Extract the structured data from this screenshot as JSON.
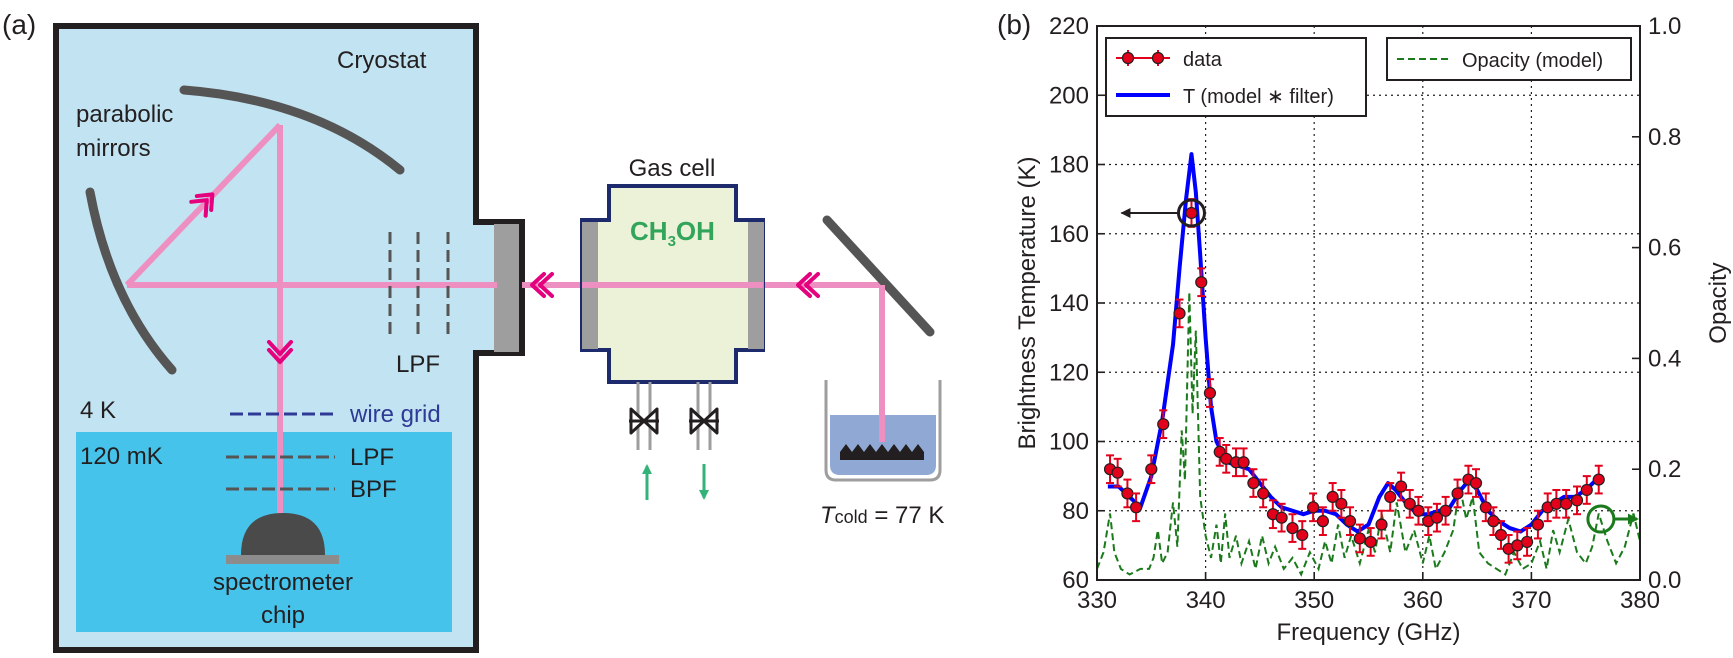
{
  "panel_a": {
    "label": "(a)",
    "cryostat": "Cryostat",
    "mirrors": [
      "parabolic",
      "mirrors"
    ],
    "lpf_window": "LPF",
    "stage_4k": "4 K",
    "stage_120mk": "120 mK",
    "wire_grid": "wire grid",
    "lpf_inner": "LPF",
    "bpf": "BPF",
    "chip": [
      "spectrometer",
      "chip"
    ],
    "gas_cell": "Gas cell",
    "gas": {
      "main": "CH",
      "sub": "3",
      "rest": "OH"
    },
    "t_cold": {
      "symbol": "T",
      "sub": "cold",
      "value": " = 77 K"
    },
    "colors": {
      "cryostat_fill": "#c2e3f1",
      "mk_fill": "#45c3ea",
      "beam": "#ee8fc2",
      "arrow": "#e5007e",
      "gas_fill": "#ebf2d8",
      "gas_text": "#33a55a",
      "wire_grid": "#2e3a96",
      "frame": "#231f20",
      "nitrogen": "#8fa9d4"
    }
  },
  "panel_b": {
    "label": "(b)",
    "legend_left": [
      "data",
      "T (model ∗ filter)"
    ],
    "legend_right": [
      "Opacity (model)"
    ]
  },
  "chart_data": {
    "type": "line",
    "xlabel": "Frequency (GHz)",
    "ylabel": "Brightness Temperature (K)",
    "y2label": "Opacity",
    "xlim": [
      330,
      380
    ],
    "ylim": [
      60,
      220
    ],
    "y2lim": [
      0,
      1.0
    ],
    "xticks": [
      "330",
      "340",
      "350",
      "360",
      "370",
      "380"
    ],
    "yticks": [
      "60",
      "80",
      "100",
      "120",
      "140",
      "160",
      "180",
      "200",
      "220"
    ],
    "y2ticks": [
      "0.0",
      "0.2",
      "0.4",
      "0.6",
      "0.8",
      "1.0"
    ],
    "grid": true,
    "series": [
      {
        "name": "data",
        "kind": "points-with-errorbars",
        "color": "#e3001b",
        "yerr": 4,
        "xerr": 0.5,
        "x": [
          331.2,
          331.9,
          332.8,
          333.6,
          335.0,
          336.1,
          337.6,
          338.7,
          339.6,
          340.4,
          341.3,
          341.9,
          342.8,
          343.5,
          344.4,
          345.3,
          346.2,
          347.0,
          348.0,
          348.9,
          349.9,
          350.8,
          351.7,
          352.5,
          353.3,
          354.2,
          355.2,
          356.2,
          357.0,
          358.0,
          358.8,
          359.6,
          360.5,
          361.3,
          362.1,
          363.2,
          364.2,
          364.9,
          365.8,
          366.5,
          367.2,
          367.9,
          368.7,
          369.6,
          370.6,
          371.5,
          372.3,
          373.2,
          374.2,
          375.1,
          376.2
        ],
        "y": [
          92,
          91,
          85,
          81,
          92,
          105,
          137,
          166,
          146,
          114,
          97,
          95,
          94,
          94,
          88,
          85,
          79,
          78,
          75,
          73,
          81,
          77,
          84,
          82,
          77,
          72,
          71,
          76,
          84,
          87,
          82,
          80,
          77,
          78,
          80,
          85,
          89,
          88,
          81,
          77,
          73,
          69,
          70,
          71,
          76,
          81,
          82,
          82,
          83,
          86,
          89
        ]
      },
      {
        "name": "T (model ∗ filter)",
        "kind": "line",
        "color": "#0000ff",
        "x": [
          331,
          332,
          333,
          334,
          335,
          336,
          337,
          337.6,
          338.2,
          338.7,
          339.1,
          339.5,
          340,
          340.5,
          341,
          342,
          343,
          344,
          345,
          346,
          347,
          348,
          349,
          350,
          351,
          352,
          353,
          354,
          355,
          356,
          356.8,
          357.5,
          358.5,
          359.5,
          360.5,
          361.5,
          362.5,
          363.5,
          364.3,
          365,
          366,
          367,
          368,
          369,
          370,
          371,
          372,
          373,
          374,
          375,
          376
        ],
        "y": [
          87,
          87,
          84,
          81,
          90,
          106,
          128,
          150,
          170,
          183,
          172,
          154,
          130,
          110,
          100,
          94,
          93,
          92,
          88,
          84,
          81,
          80,
          79,
          80,
          80,
          79,
          76,
          74,
          76,
          84,
          88,
          86,
          82,
          79,
          79,
          80,
          81,
          86,
          89,
          86,
          80,
          77,
          75,
          74,
          76,
          80,
          82,
          84,
          84,
          86,
          89
        ]
      },
      {
        "name": "Opacity (model)",
        "kind": "dashed-line",
        "axis": "right",
        "color": "#1b7a1b",
        "x": [
          330,
          330.6,
          331.2,
          331.6,
          332.2,
          333,
          334,
          334.8,
          335.2,
          335.6,
          336,
          336.5,
          337,
          337.4,
          337.8,
          338.1,
          338.5,
          338.8,
          339.1,
          339.5,
          340,
          340.5,
          341,
          341.4,
          341.8,
          342.2,
          342.8,
          343.3,
          344,
          344.6,
          345.2,
          345.8,
          346.4,
          347.2,
          348,
          348.8,
          349.6,
          350.4,
          351,
          351.6,
          352.2,
          352.8,
          353.4,
          354.2,
          355,
          355.6,
          356.2,
          357,
          357.6,
          358.4,
          359.2,
          360,
          360.6,
          361.2,
          362,
          362.8,
          363.4,
          364,
          364.6,
          365.2,
          366,
          366.8,
          367.6,
          368.4,
          369.2,
          370,
          370.8,
          371.4,
          372,
          372.6,
          373.4,
          374.2,
          375,
          375.6,
          376.2,
          377,
          377.8,
          378.6,
          379.4,
          380
        ],
        "y": [
          0.02,
          0.05,
          0.12,
          0.05,
          0.02,
          0.01,
          0.02,
          0.02,
          0.04,
          0.09,
          0.03,
          0.05,
          0.14,
          0.06,
          0.27,
          0.18,
          0.52,
          0.3,
          0.45,
          0.15,
          0.08,
          0.04,
          0.1,
          0.03,
          0.12,
          0.04,
          0.08,
          0.03,
          0.07,
          0.02,
          0.08,
          0.03,
          0.06,
          0.02,
          0.04,
          0.01,
          0.05,
          0.02,
          0.07,
          0.03,
          0.1,
          0.04,
          0.08,
          0.03,
          0.09,
          0.05,
          0.12,
          0.05,
          0.14,
          0.05,
          0.09,
          0.03,
          0.08,
          0.02,
          0.05,
          0.09,
          0.17,
          0.11,
          0.15,
          0.05,
          0.03,
          0.02,
          0.01,
          0.05,
          0.02,
          0.03,
          0.07,
          0.02,
          0.09,
          0.05,
          0.11,
          0.05,
          0.03,
          0.06,
          0.12,
          0.07,
          0.03,
          0.06,
          0.12,
          0.07
        ]
      }
    ],
    "annotations": [
      {
        "type": "circle-arrow",
        "at": [
          338.7,
          166
        ],
        "direction": "left",
        "color": "#231f20"
      },
      {
        "type": "circle-arrow",
        "at": [
          376.4,
          0.11
        ],
        "axis": "right",
        "direction": "right",
        "color": "#1b7a1b"
      }
    ]
  }
}
